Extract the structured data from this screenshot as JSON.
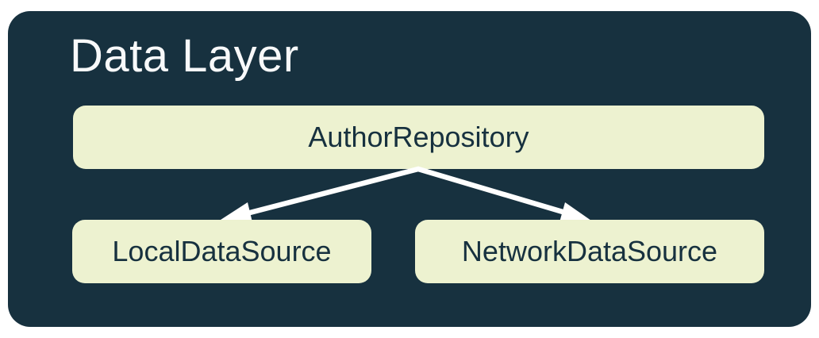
{
  "diagram": {
    "title": "Data Layer",
    "nodes": [
      {
        "id": "author-repository",
        "label": "AuthorRepository"
      },
      {
        "id": "local-data-source",
        "label": "LocalDataSource"
      },
      {
        "id": "network-data-source",
        "label": "NetworkDataSource"
      }
    ],
    "edges": [
      {
        "from": "author-repository",
        "to": "local-data-source"
      },
      {
        "from": "author-repository",
        "to": "network-data-source"
      }
    ],
    "colors": {
      "page_bg": "#ffffff",
      "container_bg": "#17313f",
      "title_text": "#f8f9fa",
      "node_bg": "#edf2d0",
      "node_text": "#17313f",
      "arrow": "#ffffff"
    }
  }
}
